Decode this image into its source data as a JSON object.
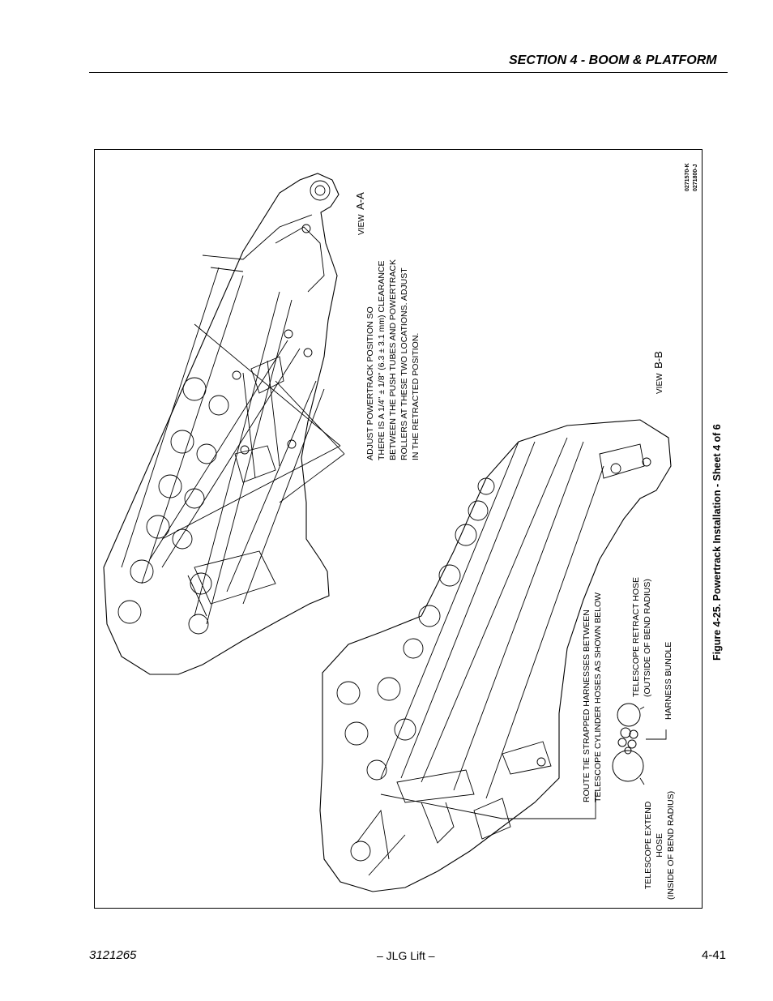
{
  "header": {
    "section_title": "SECTION 4 - BOOM & PLATFORM"
  },
  "figure": {
    "caption": "Figure 4-25.  Powertrack Installation - Sheet 4 of 6",
    "drawing_numbers": [
      "0271570-K",
      "0271800-J"
    ],
    "view_aa": {
      "prefix": "VIEW",
      "letters": "A-A"
    },
    "view_bb": {
      "prefix": "VIEW",
      "letters": "B-B"
    },
    "notes": {
      "adjust": [
        "ADJUST POWERTRACK POSITION SO",
        "THERE IS A 1/4\" ± 1/8\" (6.3 ± 3.1 mm) CLEARANCE",
        "BETWEEN THE PUSH TUBES AND POWERTRACK",
        "ROLLERS AT THESE TWO LOCATIONS. ADJUST",
        "IN THE RETRACTED POSITION."
      ],
      "route": [
        "ROUTE TIE STRAPPED HARNESSES BETWEEN",
        "TELESCOPE CYLINDER HOSES AS SHOWN BELOW"
      ],
      "retract_hose": [
        "TELESCOPE RETRACT HOSE",
        "(OUTSIDE OF BEND RADIUS)"
      ],
      "harness_bundle": "HARNESS BUNDLE",
      "extend_hose": [
        "TELESCOPE EXTEND",
        "HOSE",
        "(INSIDE OF BEND RADIUS)"
      ]
    }
  },
  "footer": {
    "doc_number": "3121265",
    "publisher": "– JLG Lift –",
    "page": "4-41"
  }
}
